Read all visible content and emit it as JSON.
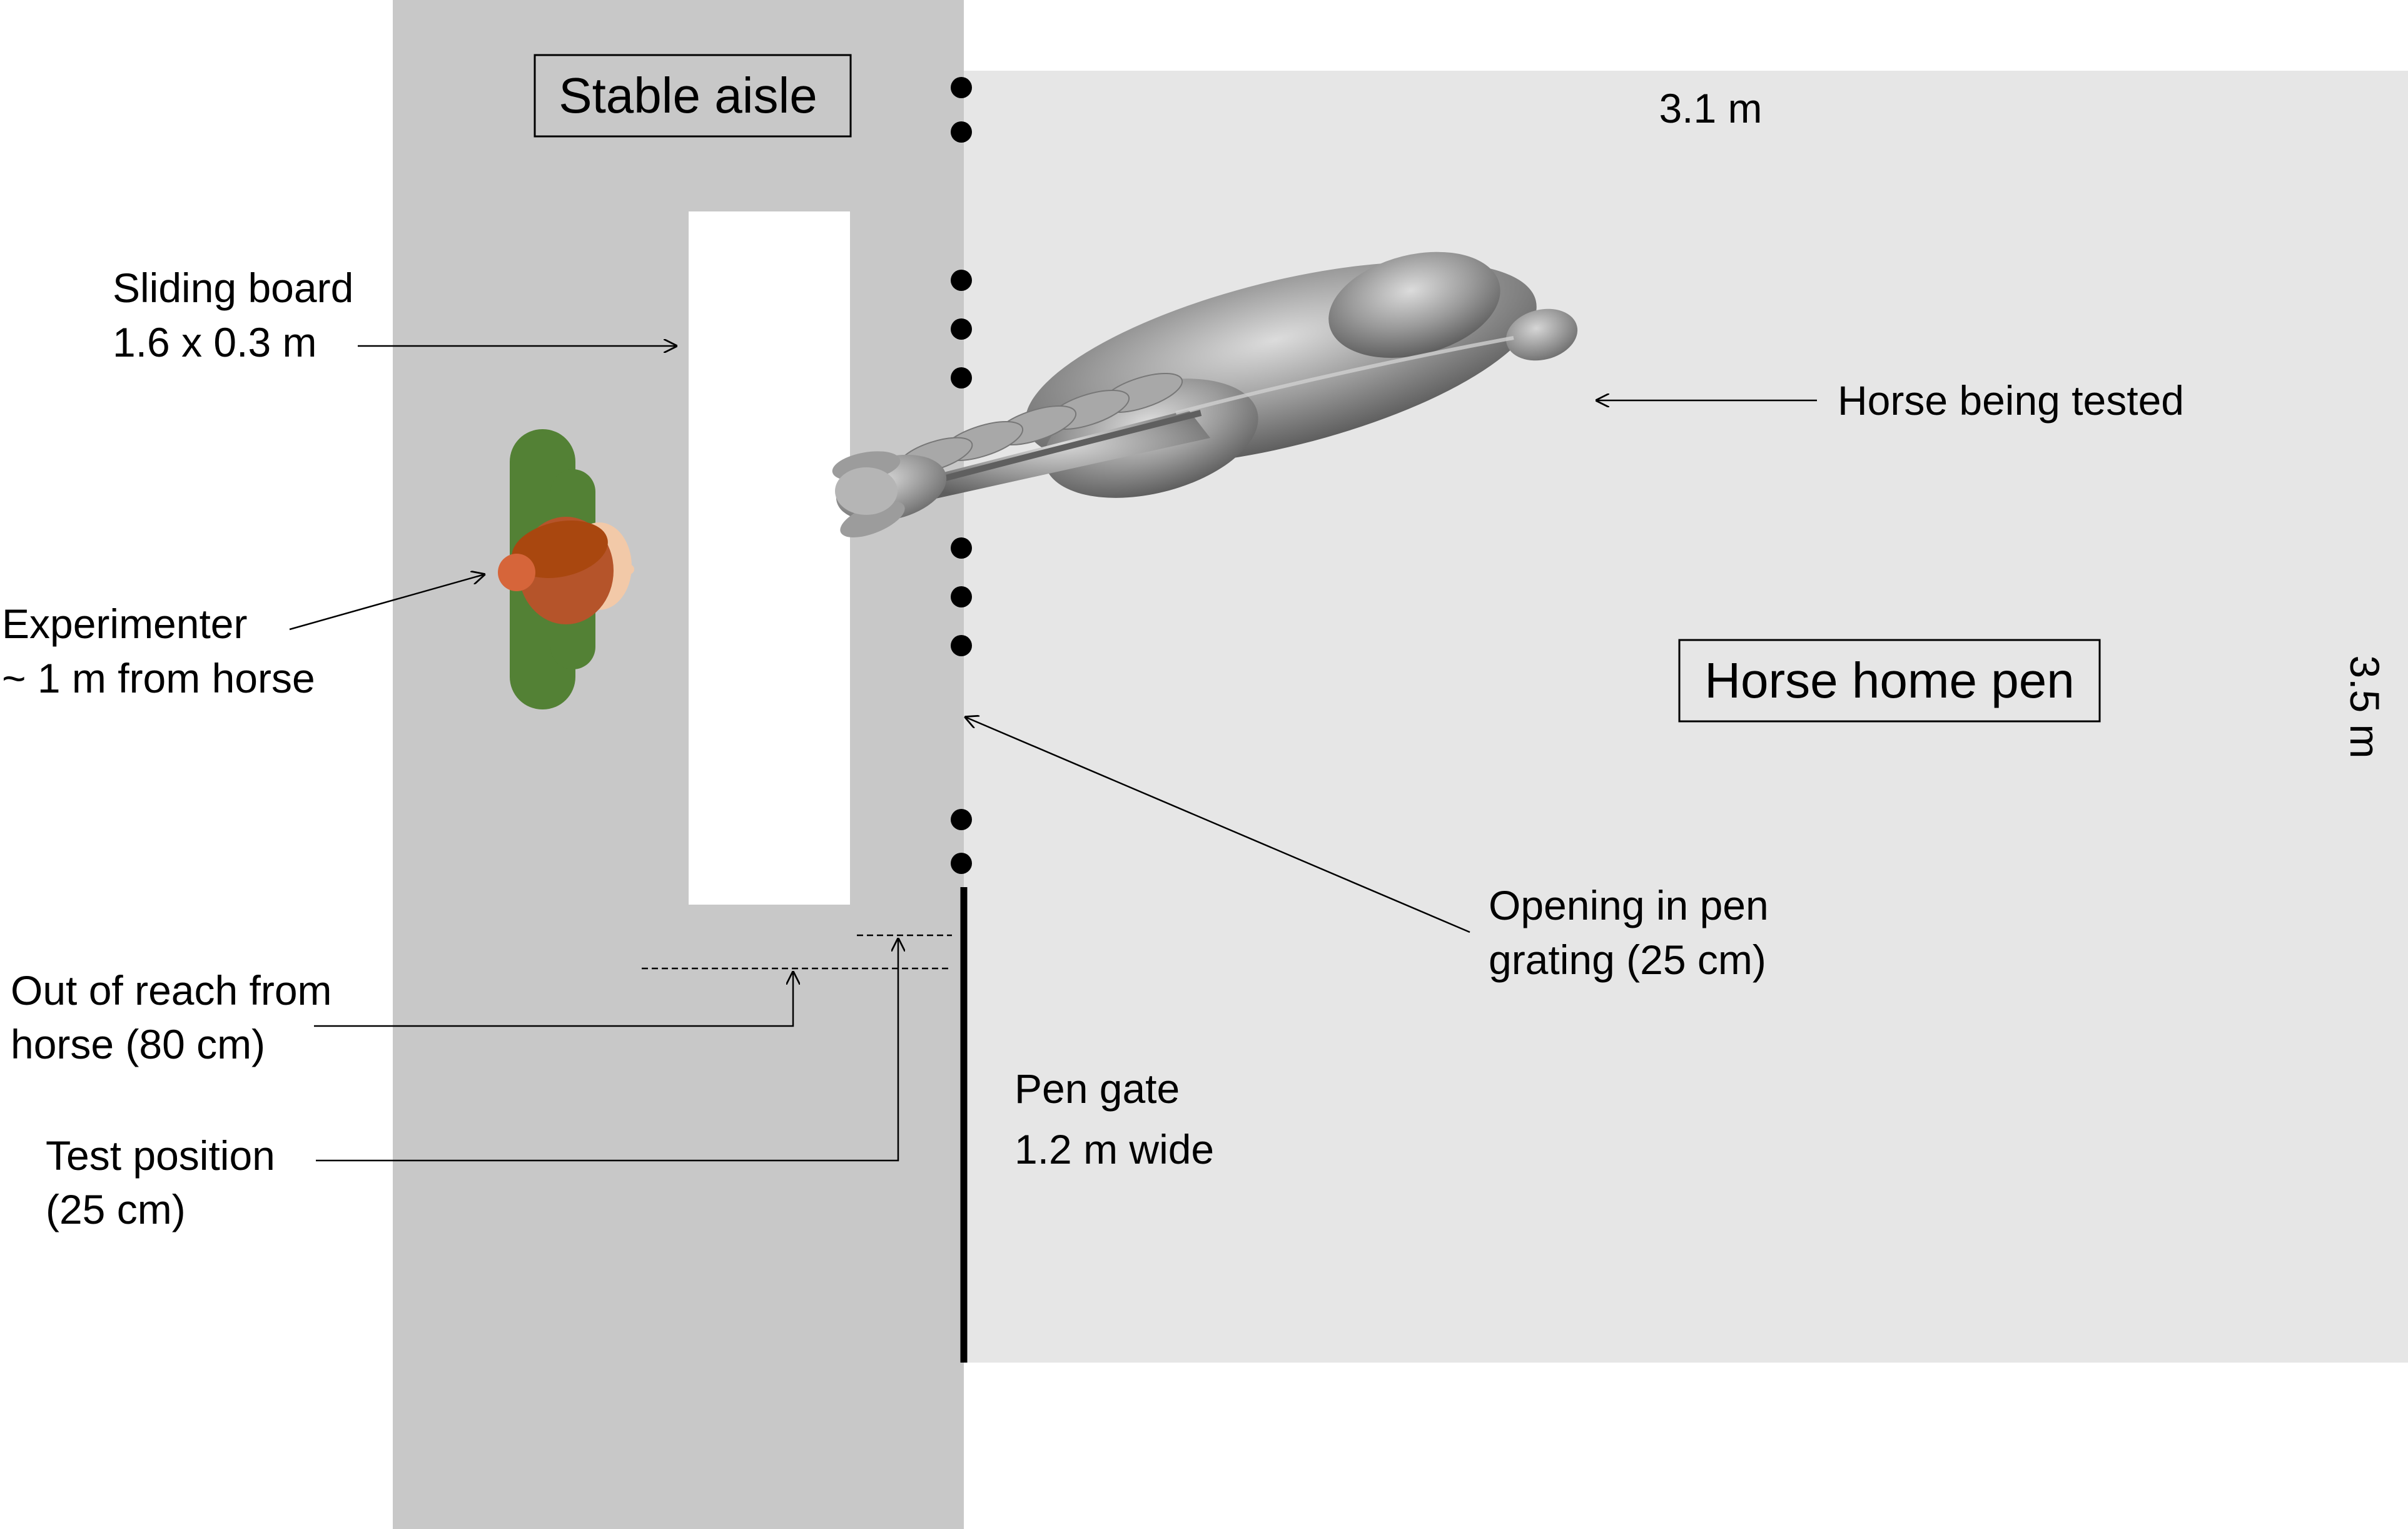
{
  "labels": {
    "stable_aisle": "Stable aisle",
    "home_pen": "Horse home pen",
    "width_dim": "3.1 m",
    "depth_dim": "3.5 m",
    "sliding_board_line1": "Sliding board",
    "sliding_board_line2": "1.6 x 0.3 m",
    "horse": "Horse being tested",
    "experimenter_line1": "Experimenter",
    "experimenter_line2": "~ 1 m from horse",
    "opening_line1": "Opening in pen",
    "opening_line2": "grating (25 cm)",
    "out_of_reach_line1": "Out of reach from",
    "out_of_reach_line2": "horse (80 cm)",
    "test_position_line1": "Test position",
    "test_position_line2": "(25 cm)",
    "pen_gate_line1": "Pen gate",
    "pen_gate_line2": "1.2 m wide"
  },
  "colors": {
    "aisle": "#c8c8c8",
    "pen": "#e6e6e6",
    "board": "#ffffff",
    "experimenter_body": "#538135",
    "experimenter_hair": "#b04a1a",
    "horse": "#8a8a8a",
    "grating": "#000000"
  }
}
